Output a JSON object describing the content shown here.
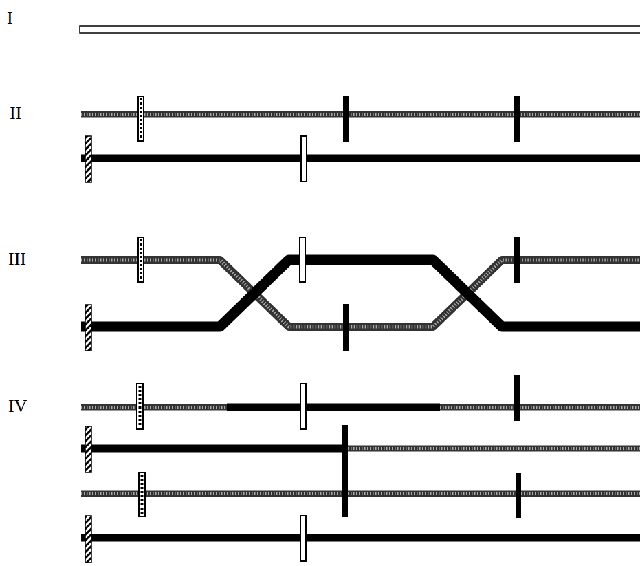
{
  "diagram": {
    "labels": [
      "I",
      "II",
      "III",
      "IV"
    ]
  }
}
